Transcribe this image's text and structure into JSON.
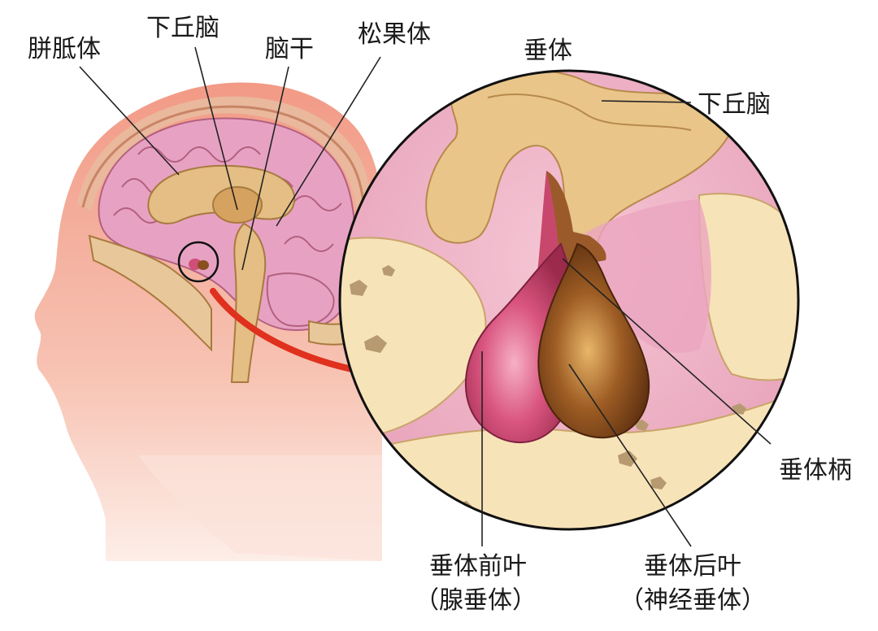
{
  "labels": {
    "pineal_left": "胼胝体",
    "hypothalamus_top": "下丘脑",
    "brainstem": "脑干",
    "pineal_body": "松果体",
    "pituitary_title": "垂体",
    "hypothalamus_right": "下丘脑",
    "stalk": "垂体柄",
    "anterior_line1": "垂体前叶",
    "anterior_line2": "（腺垂体）",
    "posterior_line1": "垂体后叶",
    "posterior_line2": "（神经垂体）"
  },
  "colors": {
    "skin": "#f4a896",
    "skin_light": "#fbe0d6",
    "brain": "#e8a3c4",
    "brain_dark": "#c56a97",
    "tan": "#e9c58a",
    "bone": "#f7e3b8",
    "anterior": "#cf4f78",
    "posterior": "#8a4e1f",
    "arrow": "#e0301e"
  }
}
